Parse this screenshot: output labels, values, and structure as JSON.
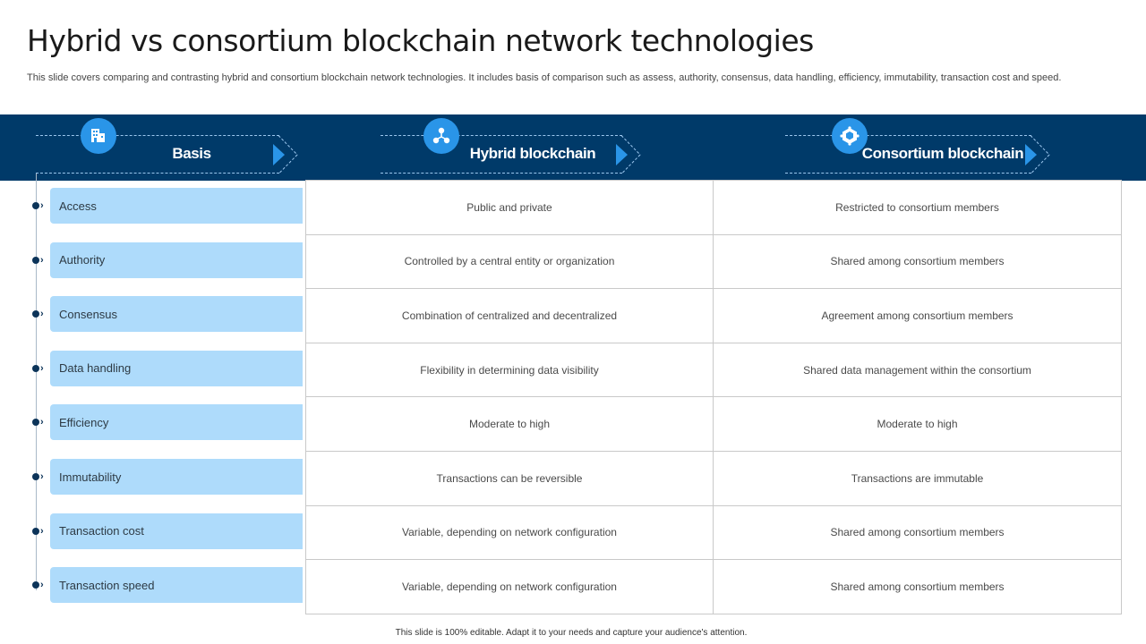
{
  "slide": {
    "title": "Hybrid vs consortium blockchain network technologies",
    "subtitle": "This slide covers comparing and contrasting hybrid and consortium blockchain network technologies. It includes basis of comparison such as assess, authority, consensus, data handling, efficiency, immutability, transaction cost and speed.",
    "footer": "This slide is 100% editable.  Adapt it to your needs and capture your audience's attention."
  },
  "colors": {
    "band": "#003a69",
    "accent": "#2a95e8",
    "basis_fill": "#aedbfb",
    "bullet": "#0c3459"
  },
  "headers": [
    {
      "label": "Basis",
      "icon": "building-icon"
    },
    {
      "label": "Hybrid blockchain",
      "icon": "network-nodes-icon"
    },
    {
      "label": "Consortium blockchain",
      "icon": "blockchain-cube-icon"
    }
  ],
  "rows": [
    {
      "basis": "Access",
      "hybrid": "Public and private",
      "consortium": "Restricted to consortium members"
    },
    {
      "basis": "Authority",
      "hybrid": "Controlled by a central entity or organization",
      "consortium": "Shared among consortium members"
    },
    {
      "basis": "Consensus",
      "hybrid": "Combination of centralized and decentralized",
      "consortium": "Agreement among consortium members"
    },
    {
      "basis": "Data handling",
      "hybrid": "Flexibility in determining data visibility",
      "consortium": "Shared data management within the consortium"
    },
    {
      "basis": "Efficiency",
      "hybrid": "Moderate to high",
      "consortium": "Moderate to high"
    },
    {
      "basis": "Immutability",
      "hybrid": "Transactions can be reversible",
      "consortium": "Transactions are immutable"
    },
    {
      "basis": "Transaction  cost",
      "hybrid": "Variable, depending on network configuration",
      "consortium": "Shared among consortium members"
    },
    {
      "basis": "Transaction  speed",
      "hybrid": "Variable, depending on network configuration",
      "consortium": "Shared among consortium members"
    }
  ]
}
